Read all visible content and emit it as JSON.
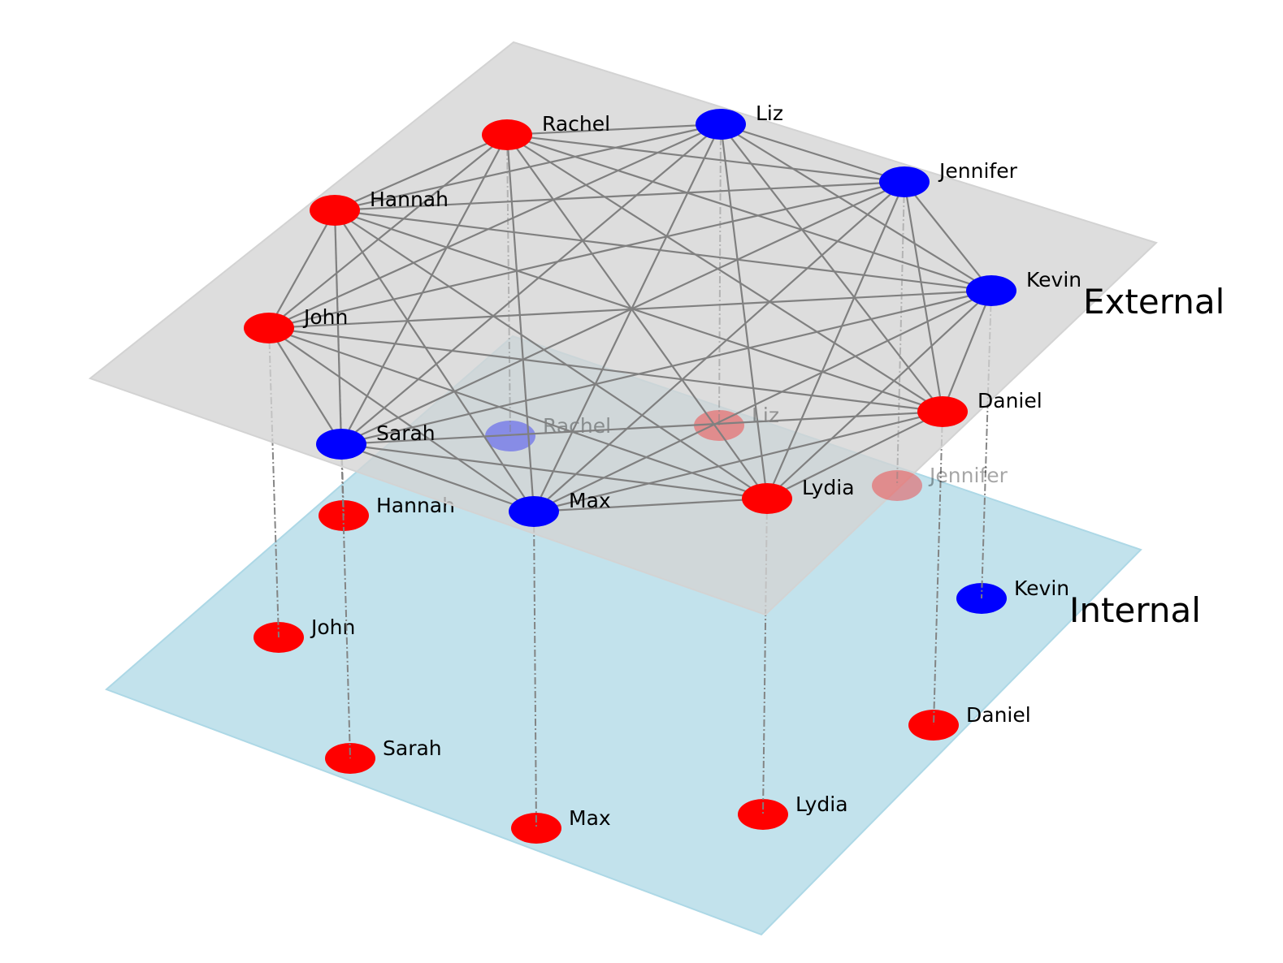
{
  "layers": {
    "internal": {
      "label": "Internal",
      "color": "#add8e6"
    },
    "external": {
      "label": "External",
      "color": "#d3d3d3"
    }
  },
  "colors": {
    "red": "#ff0000",
    "blue": "#0000ff",
    "edge": "#808080",
    "link": "#808080"
  },
  "nodes": [
    {
      "name": "John",
      "internal": "red",
      "external": "red"
    },
    {
      "name": "Hannah",
      "internal": "red",
      "external": "red"
    },
    {
      "name": "Rachel",
      "internal": "blue",
      "external": "red"
    },
    {
      "name": "Liz",
      "internal": "red",
      "external": "blue"
    },
    {
      "name": "Jennifer",
      "internal": "red",
      "external": "blue"
    },
    {
      "name": "Kevin",
      "internal": "blue",
      "external": "blue"
    },
    {
      "name": "Daniel",
      "internal": "red",
      "external": "red"
    },
    {
      "name": "Lydia",
      "internal": "red",
      "external": "red"
    },
    {
      "name": "Max",
      "internal": "red",
      "external": "blue"
    },
    {
      "name": "Sarah",
      "internal": "red",
      "external": "blue"
    }
  ],
  "external_edges": "complete"
}
